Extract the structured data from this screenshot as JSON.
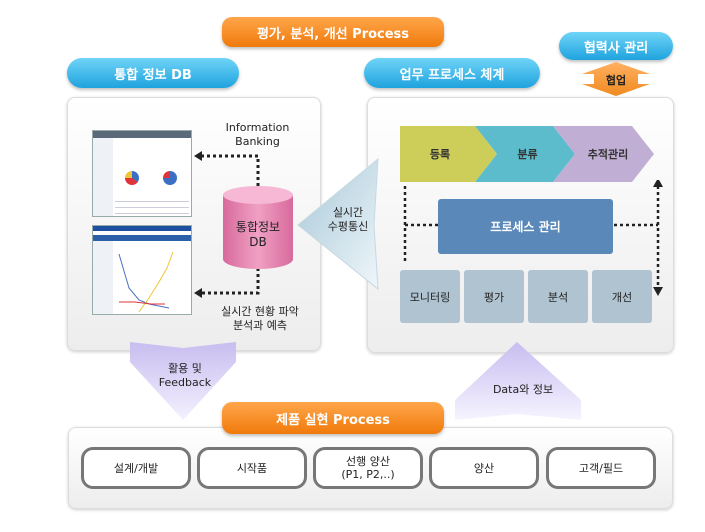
{
  "header": {
    "top_title": "평가, 분석, 개선 Process",
    "left_title": "통합 정보 DB",
    "right_title": "업무 프로세스 체계",
    "partner_title": "협력사 관리",
    "collab_label": "협업"
  },
  "db_panel": {
    "info_banking_line1": "Information",
    "info_banking_line2": "Banking",
    "db_line1": "통합정보",
    "db_line2": "DB",
    "realtime_line1": "실시간 현황 파악",
    "realtime_line2": "분석과 예측"
  },
  "sync_arrow": {
    "line1": "실시간",
    "line2": "수평통신"
  },
  "process_panel": {
    "chevrons": [
      {
        "label": "등록",
        "color": "#cdcd5a"
      },
      {
        "label": "분류",
        "color": "#5cbccc"
      },
      {
        "label": "추적관리",
        "color": "#c0aed4"
      }
    ],
    "center_label": "프로세스 관리",
    "sub_items": [
      "모니터링",
      "평가",
      "분석",
      "개선"
    ]
  },
  "feedback_arrow": {
    "line1": "활용 및",
    "line2": "Feedback"
  },
  "data_arrow": {
    "label": "Data와 정보"
  },
  "realization": {
    "title": "제품 실현 Process",
    "steps": [
      {
        "line1": "설계/개발",
        "line2": ""
      },
      {
        "line1": "시작품",
        "line2": ""
      },
      {
        "line1": "선행 양산",
        "line2": "(P1, P2,..)"
      },
      {
        "line1": "양산",
        "line2": ""
      },
      {
        "line1": "고객/필드",
        "line2": ""
      }
    ]
  },
  "colors": {
    "blue_pill": "#1fa3de",
    "orange_pill": "#f07a0c",
    "db_cylinder": "#e07aa8",
    "process_box": "#5a88b8",
    "sub_box": "#afc3d0"
  }
}
